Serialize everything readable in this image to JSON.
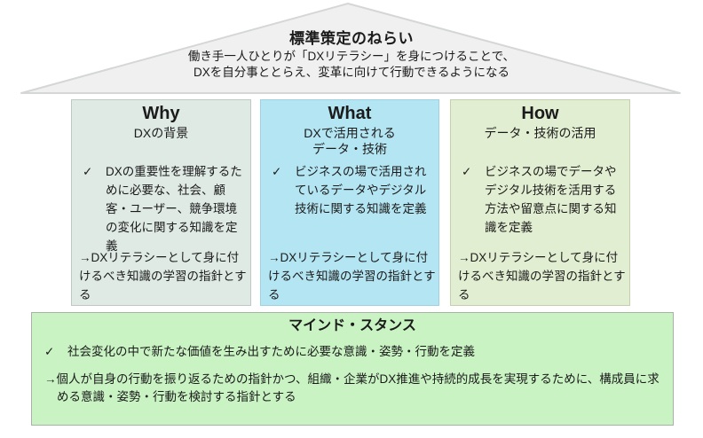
{
  "roof": {
    "title": "標準策定のねらい",
    "subtitle_lines": [
      "働き手一人ひとりが「DXリテラシー」を身につけることで、",
      "DXを自分事ととらえ、変革に向けて行動できるようになる"
    ]
  },
  "icons": {
    "check": "✓"
  },
  "colors": {
    "roof_fill": "#f0f0f1",
    "why_bg": "#dfeae4",
    "what_bg": "#b4e5f2",
    "how_bg": "#e2eed2",
    "mind_bg": "#c9f3c3"
  },
  "columns": [
    {
      "header": "Why",
      "subheader_lines": [
        "DXの背景"
      ],
      "bullet": "DXの重要性を理解するために必要な、社会、顧客・ユーザー、競争環境の変化に関する知識を定義",
      "arrow": "→DXリテラシーとして身に付けるべき知識の学習の指針とする"
    },
    {
      "header": "What",
      "subheader_lines": [
        "DXで活用される",
        "データ・技術"
      ],
      "bullet": "ビジネスの場で活用されているデータやデジタル技術に関する知識を定義",
      "arrow": "→DXリテラシーとして身に付けるべき知識の学習の指針とする"
    },
    {
      "header": "How",
      "subheader_lines": [
        "データ・技術の活用"
      ],
      "bullet": "ビジネスの場でデータやデジタル技術を活用する方法や留意点に関する知識を定義",
      "arrow": "→DXリテラシーとして身に付けるべき知識の学習の指針とする"
    }
  ],
  "mind_stance": {
    "title": "マインド・スタンス",
    "bullet": "社会変化の中で新たな価値を生み出すために必要な意識・姿勢・行動を定義",
    "arrow": "→個人が自身の行動を振り返るための指針かつ、組織・企業がDX推進や持続的成長を実現するために、構成員に求める意識・姿勢・行動を検討する指針とする"
  }
}
